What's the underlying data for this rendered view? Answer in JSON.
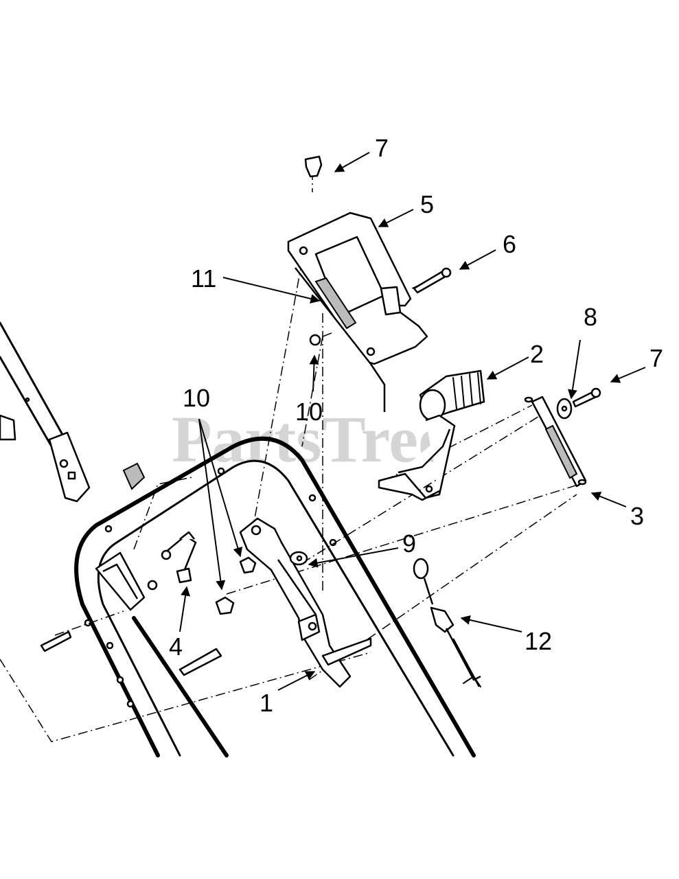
{
  "watermark": "PartsTree",
  "callouts": {
    "c1": "1",
    "c2": "2",
    "c3": "3",
    "c4": "4",
    "c5": "5",
    "c6": "6",
    "c7a": "7",
    "c7b": "7",
    "c8": "8",
    "c9": "9",
    "c10a": "10",
    "c10b": "10",
    "c11": "11",
    "c12": "12"
  }
}
